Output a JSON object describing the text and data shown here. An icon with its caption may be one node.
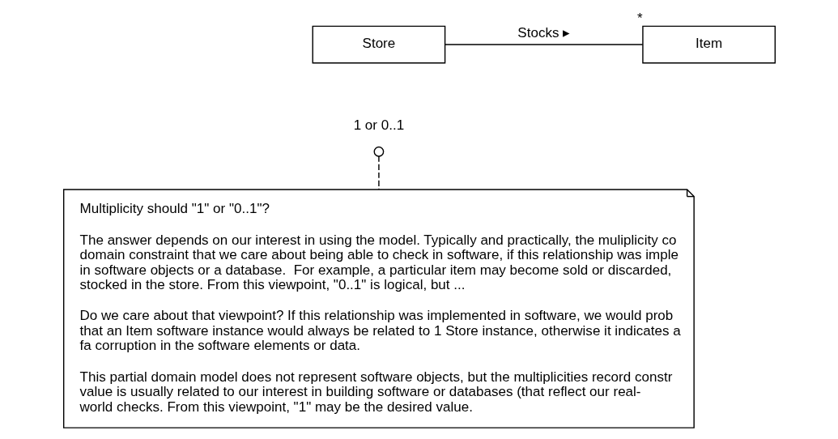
{
  "diagram": {
    "nodes": [
      {
        "text": [
          "Store"
        ]
      },
      {
        "text": [
          "Item"
        ],
        "beside": [
          "*"
        ]
      },
      {
        "text": [
          "1 or 0..1"
        ]
      },
      {
        "text": [
          "Multiplicity should \"1\" or \"0..1\"?",
          "The answer depends on our interest in using the model. Typically and practically, the muliplicity co domain constraint that we care about being able to check in software, if this relationship was imple in software objects or a database.  For example, a particular item may become sold or discarded, stocked in the store. From this viewpoint, \"0..1\" is logical, but ...",
          "Do we care about that viewpoint? If this relationship was implemented in software, we would prob that an Item software instance would always be related to 1 Store instance, otherwise it indicates a fa corruption in the software elements or data.",
          "This partial domain model does not represent software objects, but the multiplicities record constr value is usually related to our interest in building software or databases (that reflect our real-world checks. From this viewpoint, \"1\" may be the desired value."
        ]
      }
    ],
    "edges": [
      {
        "from": 0,
        "to": 1,
        "arrow": "none",
        "label": "Stocks ▸"
      },
      {
        "from": 3,
        "to": 2,
        "arrow": "other",
        "style": "dashed"
      }
    ]
  }
}
